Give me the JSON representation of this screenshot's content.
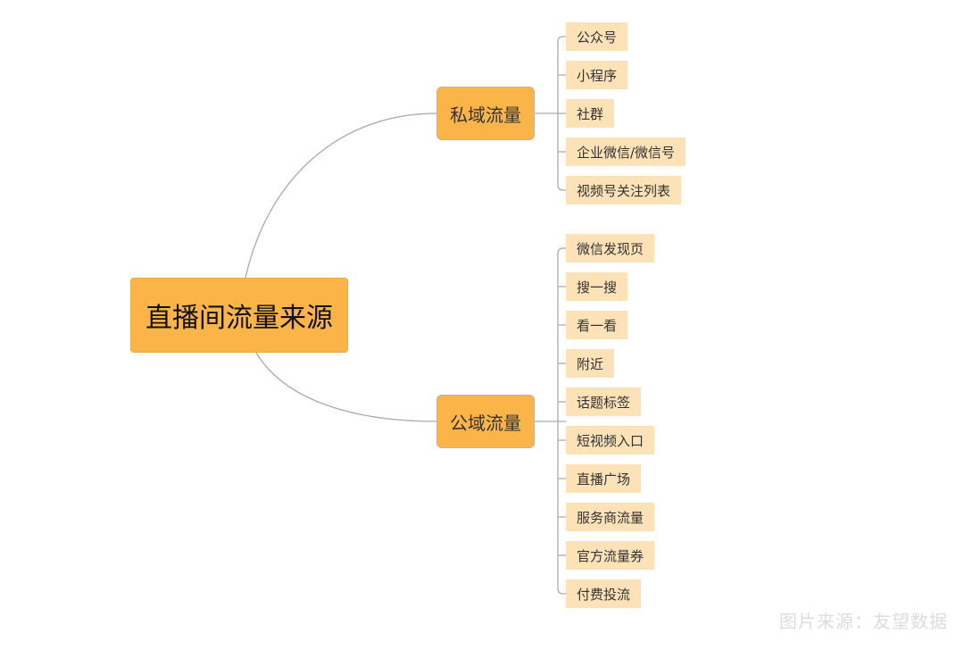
{
  "root": {
    "label": "直播间流量来源"
  },
  "branches": [
    {
      "label": "私域流量",
      "leaves": [
        "公众号",
        "小程序",
        "社群",
        "企业微信/微信号",
        "视频号关注列表"
      ]
    },
    {
      "label": "公域流量",
      "leaves": [
        "微信发现页",
        "搜一搜",
        "看一看",
        "附近",
        "话题标签",
        "短视频入口",
        "直播广场",
        "服务商流量",
        "官方流量券",
        "付费投流"
      ]
    }
  ],
  "credit": "图片来源：友望数据",
  "colors": {
    "node": "#fbb447",
    "leaf": "#fde1b7",
    "line": "#aaaaaa"
  }
}
